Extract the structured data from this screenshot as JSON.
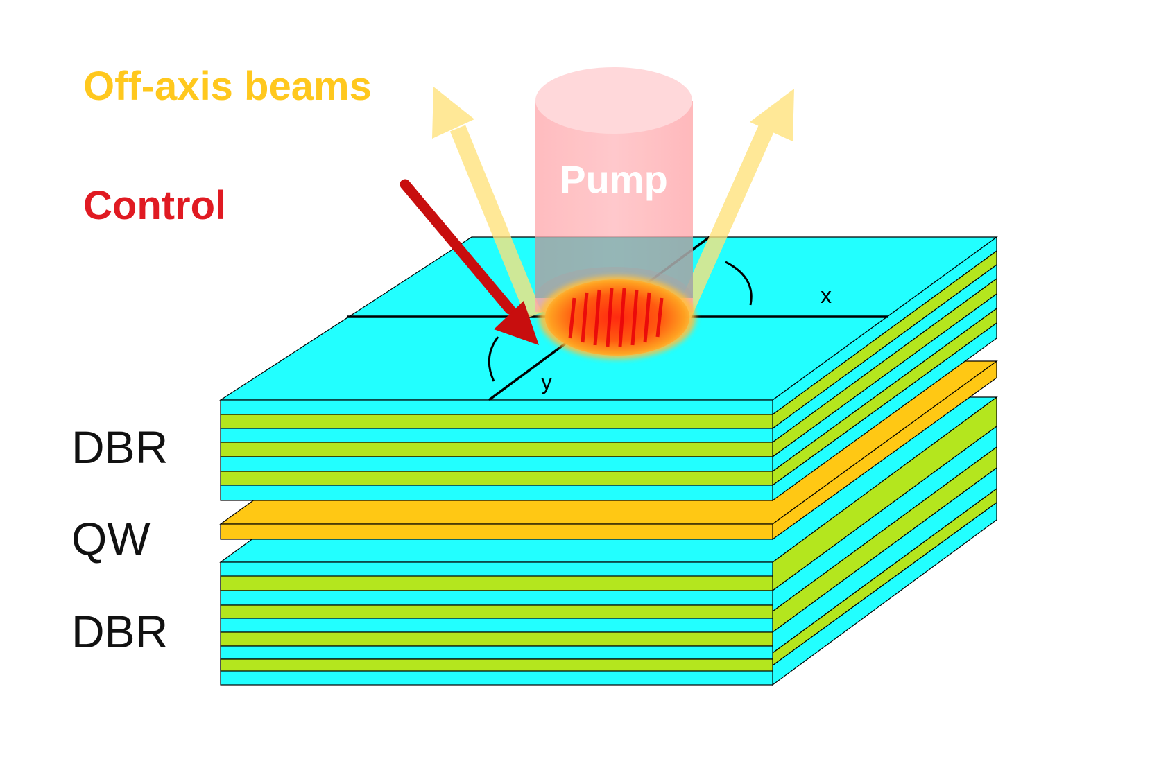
{
  "labels": {
    "off_axis": "Off-axis beams",
    "control": "Control",
    "pump": "Pump",
    "axis_x": "x",
    "axis_y": "y",
    "dbr_top": "DBR",
    "qw": "QW",
    "dbr_bottom": "DBR"
  },
  "colors": {
    "off_axis_text": "#ffc81e",
    "control_text": "#e01a22",
    "control_arrow": "#c80e0e",
    "pump_beam": "#ffb0b4",
    "pump_text": "#ffffff",
    "off_axis_beam": "#ffe27a",
    "cyan_layer": "#22ffff",
    "green_layer": "#b4e61e",
    "qw_layer": "#ffc814",
    "outline": "#000000"
  },
  "icons": {
    "pump_beam": "cylinder-beam",
    "control_arrow": "arrow",
    "off_axis_arrows": "arrow",
    "spot": "interference-spot"
  }
}
